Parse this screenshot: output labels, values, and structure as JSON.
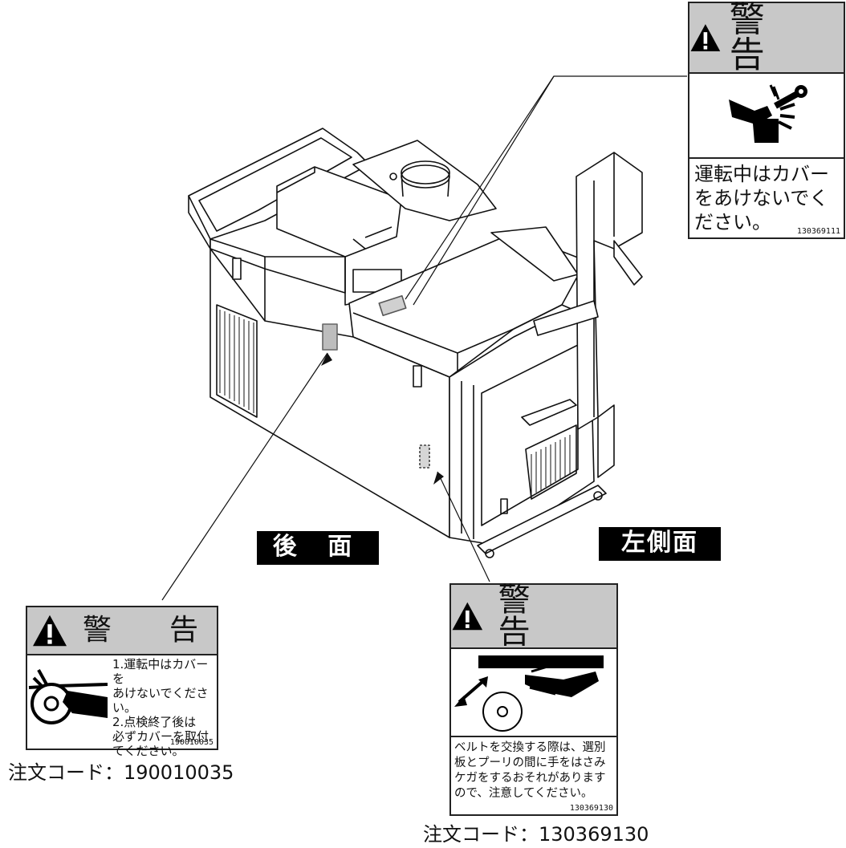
{
  "labels": {
    "top": {
      "title": "警　告",
      "text": "運転中はカバー\nをあけないでく\nださい。",
      "code": "130369111"
    },
    "rear": {
      "title": "警　告",
      "text": "1.運転中はカバーを\nあけないでください。\n2.点検終了後は\n必ずカバーを取付\nてください。",
      "code": "190010035"
    },
    "side": {
      "title": "警　告",
      "text": "ベルトを交換する際は、選別\n板とプーリの間に手をはさみ\nケガをするおそれがあります\nので、注意してください。",
      "code": "130369130"
    }
  },
  "view_tags": {
    "rear": "後 面",
    "left_side": "左側面"
  },
  "order_codes": {
    "rear": "注文コード：190010035",
    "side": "注文コード：130369130"
  },
  "icons": [
    "warning-triangle-icon",
    "pinch-hand-icon",
    "belt-pulley-hand-icon",
    "pulley-hand-icon"
  ]
}
